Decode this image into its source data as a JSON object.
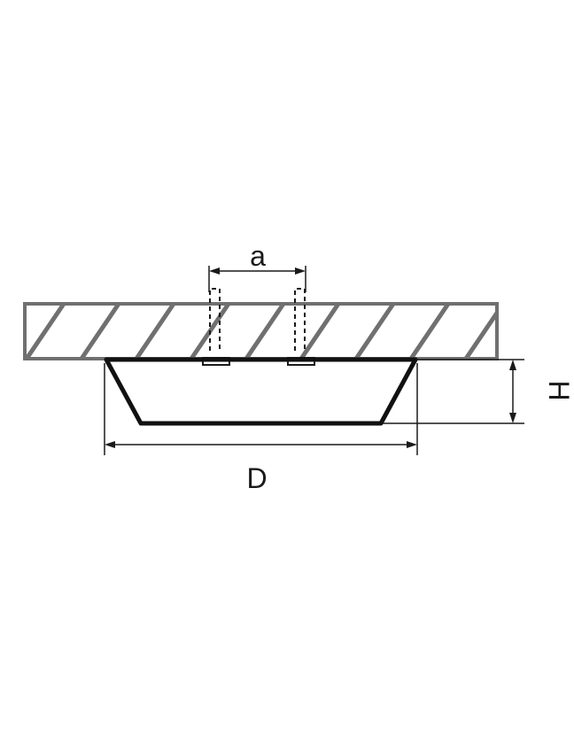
{
  "diagram": {
    "labels": {
      "a": "a",
      "H": "H",
      "D": "D"
    },
    "colors": {
      "ceiling_stroke": "#707070",
      "hatch": "#707070",
      "fixture_stroke": "#111111",
      "dimension_lines": "#1a1a1a",
      "background": "#ffffff"
    }
  }
}
